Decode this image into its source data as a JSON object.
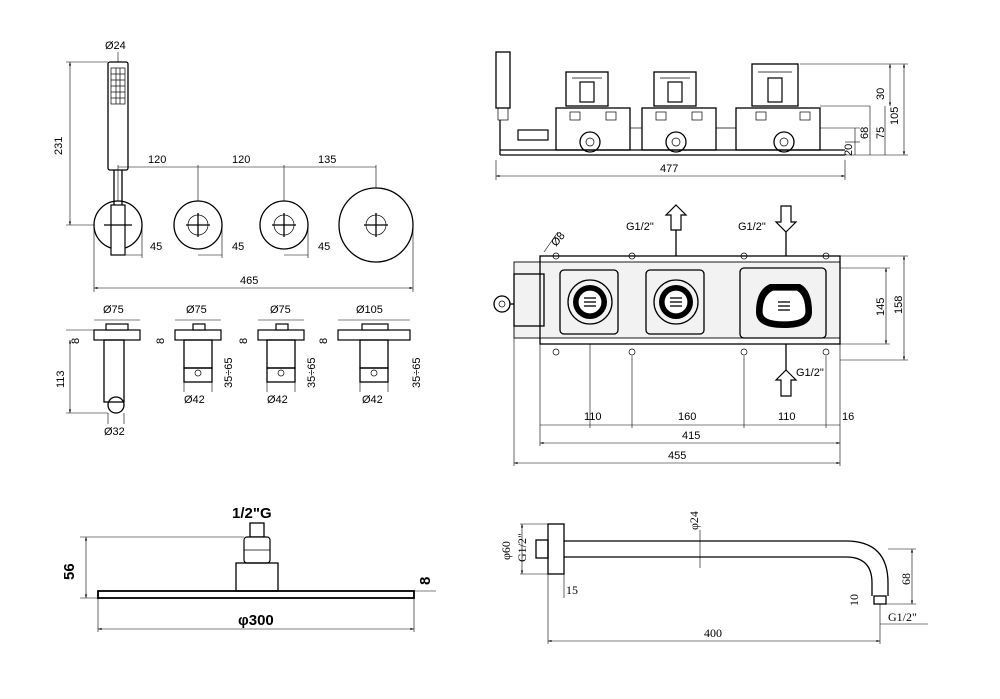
{
  "handshower_view": {
    "d_handshower": "Ø24",
    "h_handshower": "231",
    "spacing_1": "120",
    "spacing_2": "120",
    "spacing_3": "135",
    "offset_1": "45",
    "offset_2": "45",
    "offset_3": "45",
    "total_width": "465"
  },
  "knob_profiles": [
    {
      "diameter": "Ø75",
      "plate": "8",
      "depth": "113",
      "base": "Ø32"
    },
    {
      "diameter": "Ø75",
      "plate": "8",
      "range": "35÷65",
      "base": "Ø42"
    },
    {
      "diameter": "Ø75",
      "plate": "8",
      "range": "35÷65",
      "base": "Ø42"
    },
    {
      "diameter": "Ø105",
      "plate": "8",
      "range": "35÷65",
      "base": "Ø42"
    }
  ],
  "body_side": {
    "height_total": "105",
    "height_a": "30",
    "height_b": "75",
    "height_c": "68",
    "height_d": "20",
    "width": "477"
  },
  "body_front": {
    "thread_top_left": "G1/2\"",
    "thread_top_right": "G1/2\"",
    "thread_bottom": "G1/2\"",
    "fixing_hole": "Ø8",
    "height_inner": "145",
    "height_outer": "158",
    "spacing_1": "110",
    "spacing_2": "160",
    "spacing_3": "110",
    "edge": "16",
    "inner_width": "415",
    "outer_width": "455"
  },
  "shower_head": {
    "thread": "1/2\"G",
    "height": "56",
    "thickness": "8",
    "diameter": "φ300"
  },
  "shower_arm": {
    "flange": "φ60",
    "thread_wall": "G1/2\"",
    "tube": "φ24",
    "flange_depth": "15",
    "drop": "68",
    "end": "10",
    "thread_end": "G1/2\"",
    "length": "400"
  }
}
